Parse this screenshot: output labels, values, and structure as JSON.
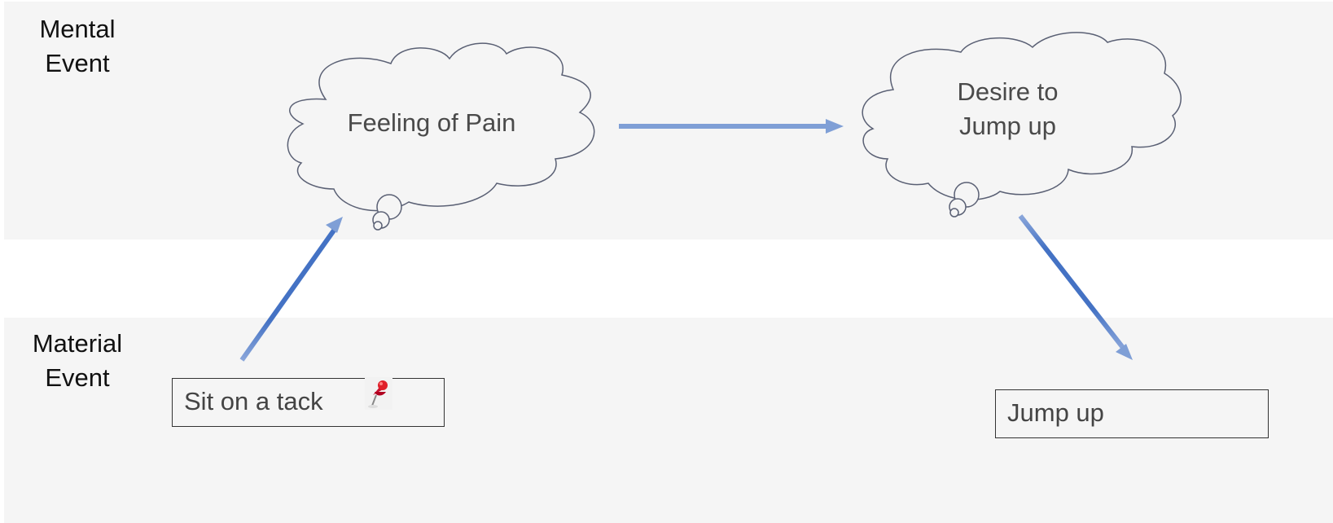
{
  "rows": {
    "mental": {
      "line1": "Mental",
      "line2": "Event"
    },
    "material": {
      "line1": "Material",
      "line2": "Event"
    }
  },
  "clouds": {
    "pain": {
      "text": "Feeling of Pain"
    },
    "desire": {
      "line1": "Desire to",
      "line2": "Jump up"
    }
  },
  "boxes": {
    "tack": {
      "text": "Sit on a tack",
      "icon": "pushpin-icon"
    },
    "jump": {
      "text": "Jump up"
    }
  },
  "colors": {
    "arrow": "#7f9fd6",
    "arrow_dark": "#4472c4",
    "band": "#f5f5f5",
    "cloud_stroke": "#5a6074"
  }
}
